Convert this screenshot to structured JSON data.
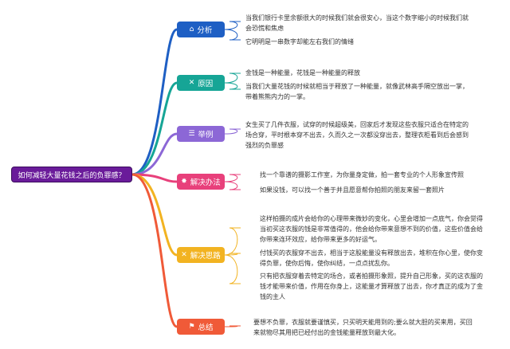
{
  "root": {
    "label": "如何减轻大量花钱之后的负罪感？"
  },
  "branches": [
    {
      "label": "分析",
      "icon": "house-icon",
      "glyph": "⌂",
      "color": "#1e5fc4",
      "leaves": [
        "当我们银行卡里余额很大的时候我们就会很安心，当这个数字缩小的时候我们就会恐慌和焦虑",
        "它明明是一串数字却能左右我们的情绪"
      ]
    },
    {
      "label": "原因",
      "icon": "tools-icon",
      "glyph": "✕",
      "color": "#16a596",
      "leaves": [
        "金钱是一种能量，花钱是一种能量的释放",
        "当我们大量花钱的时候就相当于释放了一种能量，就像武林高手隔空放出一掌，带着熊熊内力的一掌。"
      ]
    },
    {
      "label": "举例",
      "icon": "list-icon",
      "glyph": "☰",
      "color": "#8c67d6",
      "leaves": [
        "女生买了几件衣服，试穿的时候超级美，回家后才发现这些衣服只适合在特定的场合穿，平时根本穿不出去，久而久之一次都没穿出去，整理衣柜看到后会感到强烈的负罪感"
      ]
    },
    {
      "label": "解决办法",
      "icon": "lightbulb-icon",
      "glyph": "✸",
      "color": "#e8407b",
      "leaves": [
        "找一个靠谱的摄影工作室，为你量身定做，拍一套专业的个人形象宣传照",
        "如果没钱，可以找一个善于并且愿意帮你拍照的朋友来留一套照片"
      ]
    },
    {
      "label": "解决思路",
      "icon": "tools-icon",
      "glyph": "✕",
      "color": "#f2b321",
      "leaves": [
        "这样拍摄的成片会给你的心理带来微妙的变化，心里会增加一点底气，你会觉得当初买这衣服的钱是非常值得的，他会给你带来意想不到的价值，这些价值会给你带来连环效应，给你带来更多的好运气。",
        "付钱买的衣服穿不出去，相当于这股能量没有释放出去，堆积在你心里，使你变得负罪，使你后悔，使你纠结，一点点扰乱你。",
        "只有把衣服穿着去特定的场合，或者拍摄形象照，提升自己形象，买的这衣服的钱才能带来价值，作用在你身上，这能量才算释放了出去，你才真正的成为了金钱的主人"
      ]
    },
    {
      "label": "总结",
      "icon": "flag-icon",
      "glyph": "⚑",
      "color": "#f05a38",
      "leaves": [
        "要想不负罪，衣服就要谨慎买，只买明天能用到的;要么就大胆的买来用，买回来就物尽其用把已经付出的金钱能量释放到最大化。"
      ]
    }
  ]
}
